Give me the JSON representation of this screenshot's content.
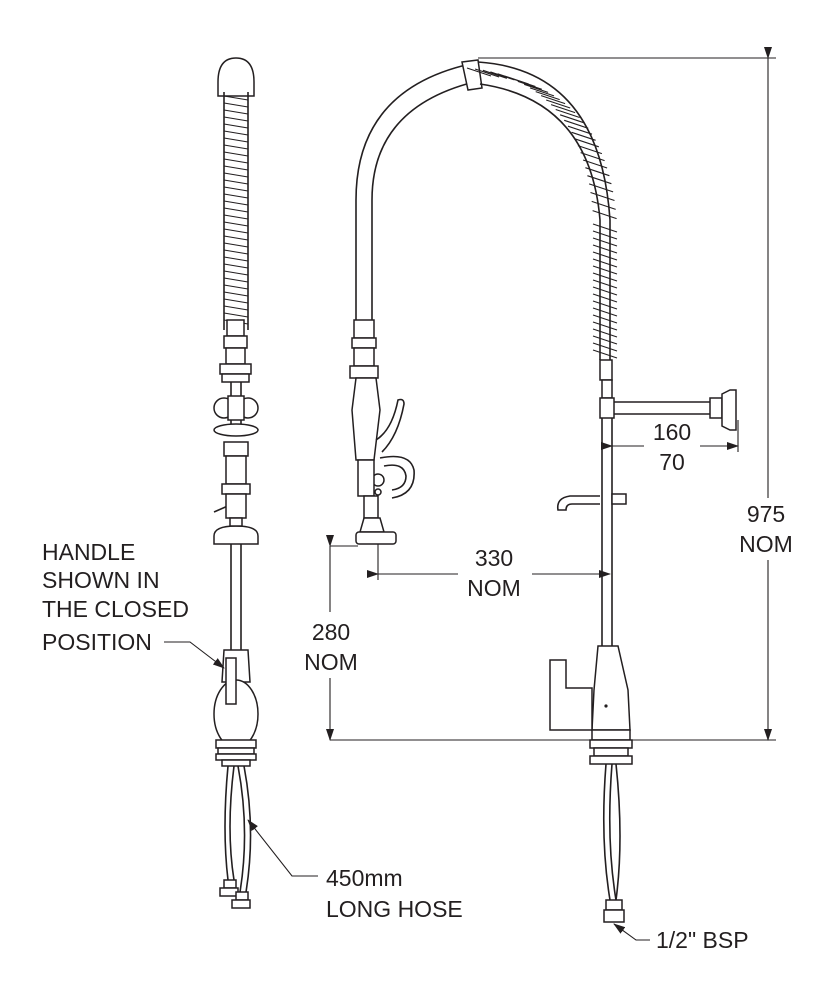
{
  "labels": {
    "handle_line1": "HANDLE",
    "handle_line2": "SHOWN IN",
    "handle_line3": "THE CLOSED",
    "handle_line4": "POSITION",
    "hose_line1": "450mm",
    "hose_line2": "LONG HOSE",
    "bsp": "1/2\" BSP",
    "dim_330": "330",
    "dim_330_unit": "NOM",
    "dim_280": "280",
    "dim_280_unit": "NOM",
    "dim_975": "975",
    "dim_975_unit": "NOM",
    "dim_160": "160",
    "dim_70": "70"
  }
}
